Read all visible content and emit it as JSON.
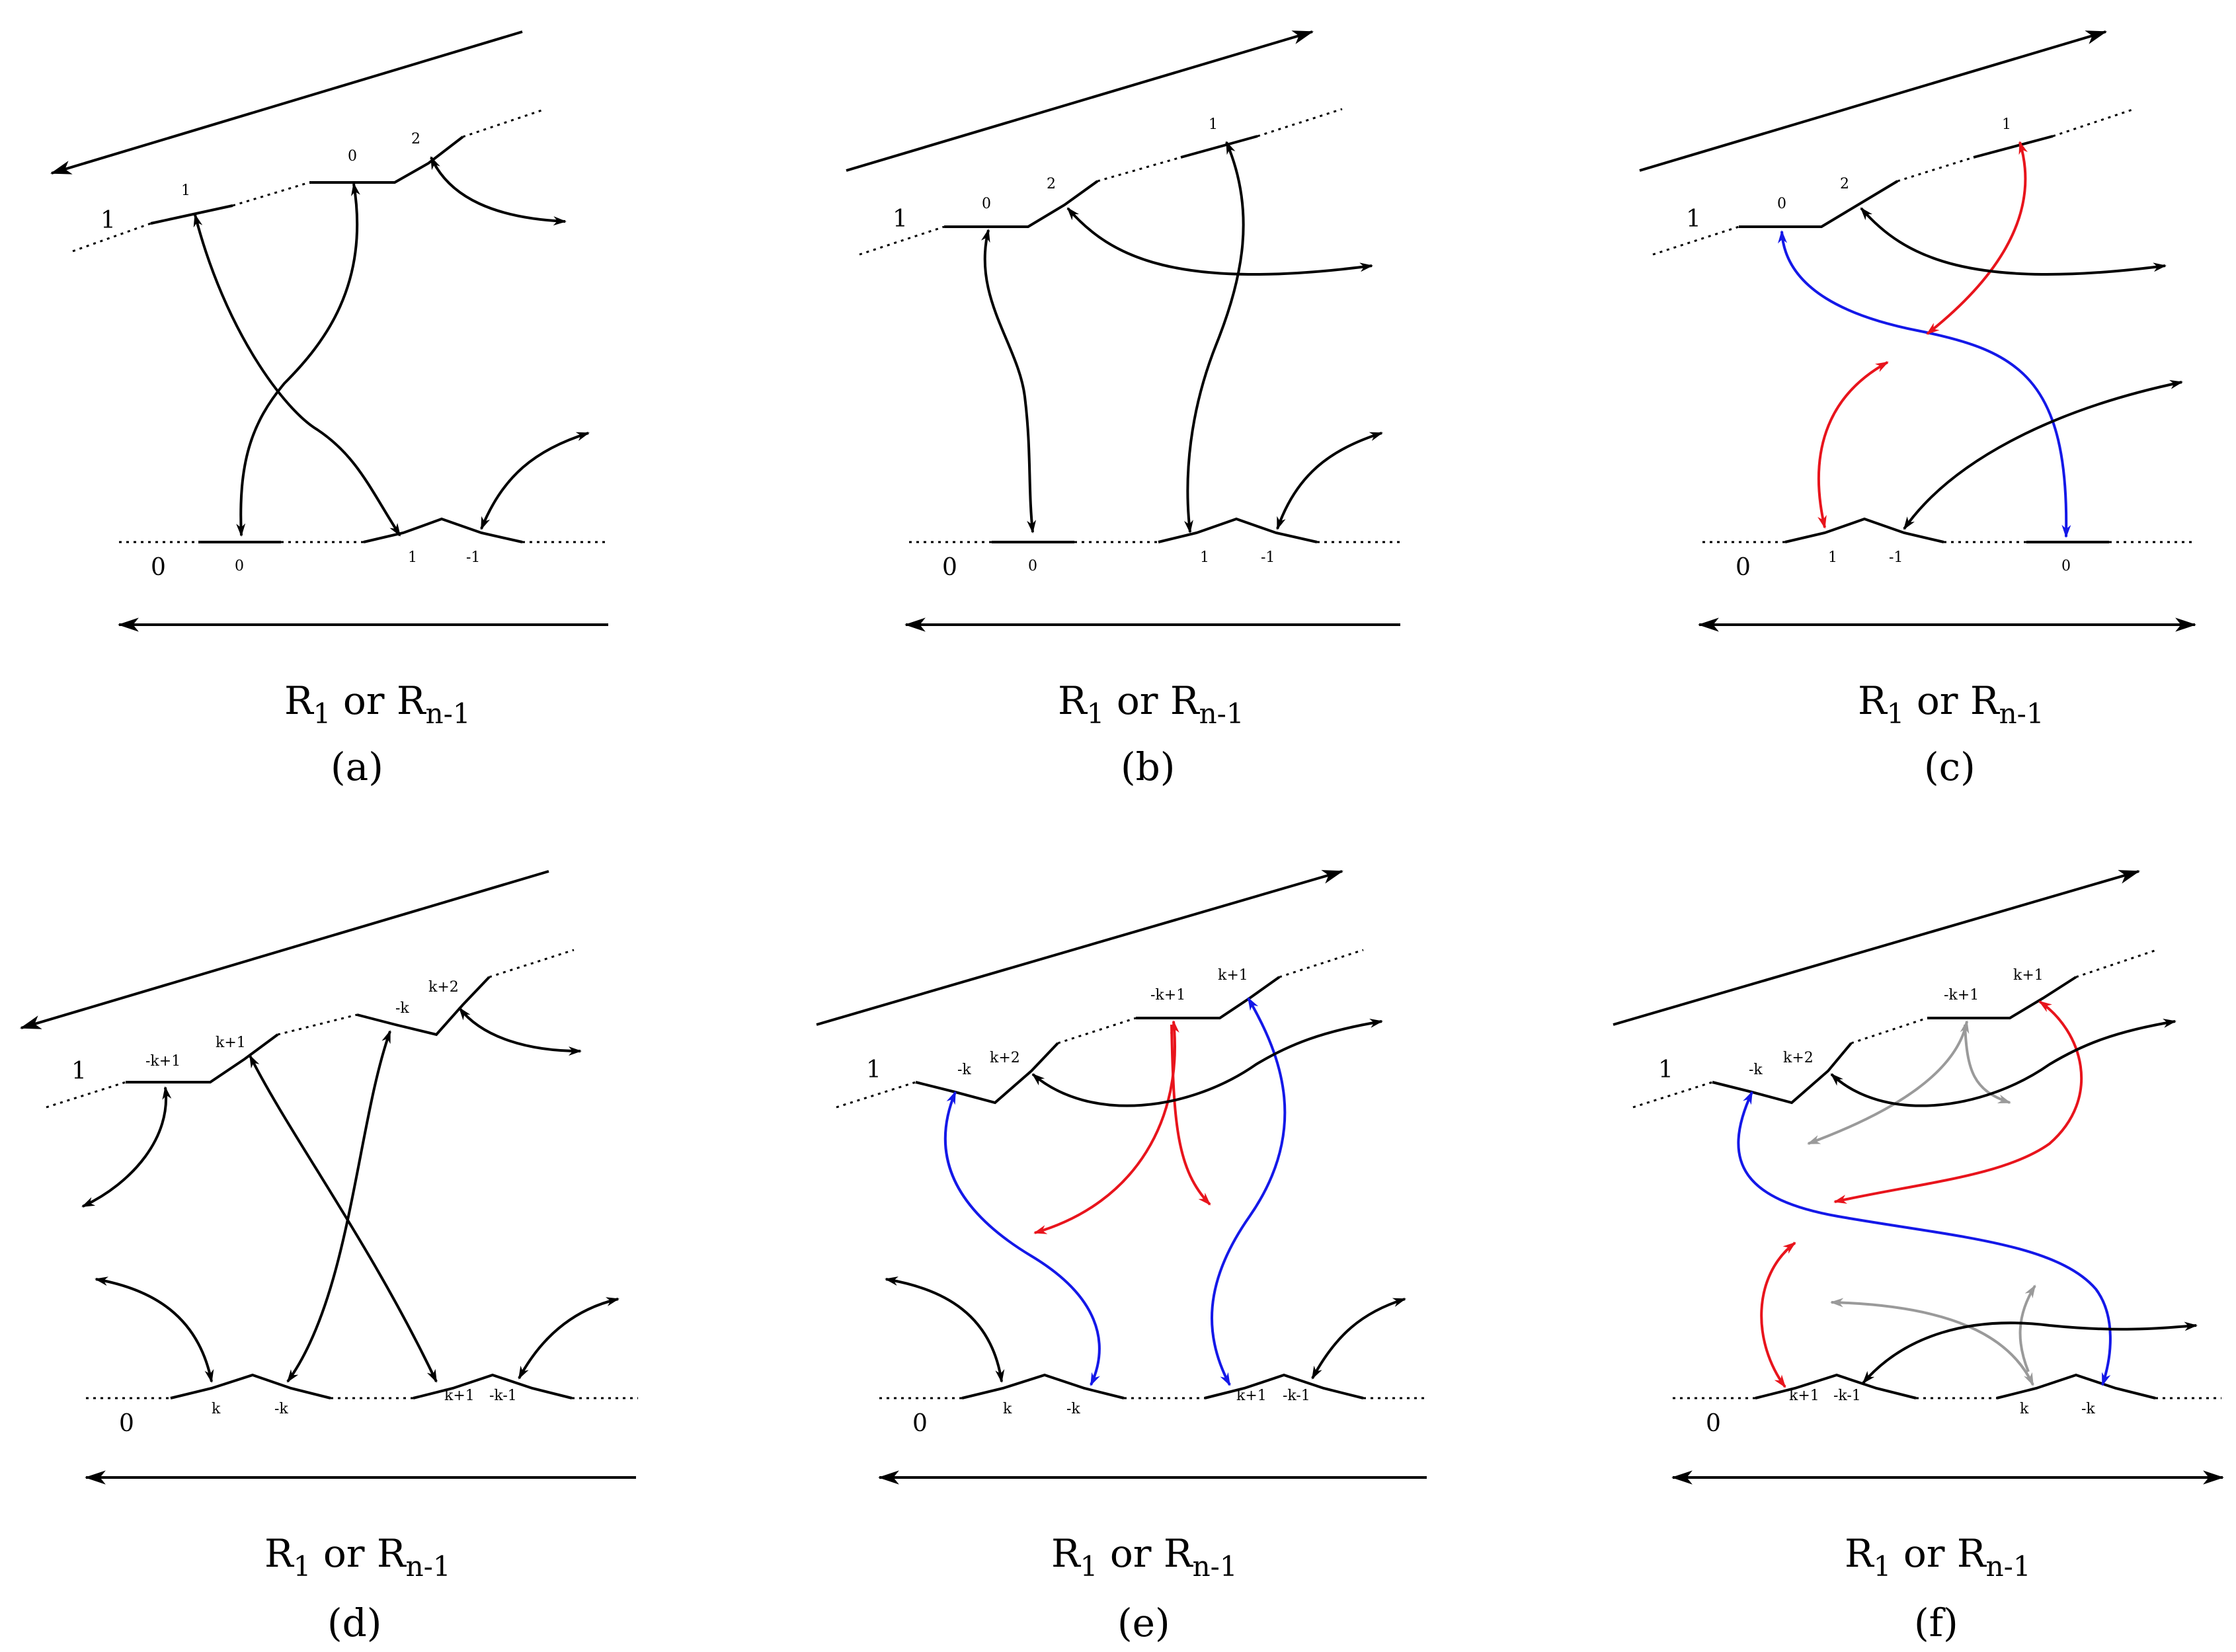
{
  "colors": {
    "black": "#000000",
    "red": "#e8141c",
    "blue": "#1418e8",
    "gray": "#9a9a9a"
  },
  "panels": [
    {
      "id": "a",
      "caption_main": "R",
      "caption_sub1": "1",
      "caption_mid": " or R",
      "caption_sub2": "n-1",
      "panel_label": "(a)",
      "top_strand_label": "1",
      "bottom_strand_label": "0",
      "top_labels": [
        "1",
        "0",
        "2"
      ],
      "bottom_labels": [
        "0",
        "1",
        "-1"
      ]
    },
    {
      "id": "b",
      "caption_main": "R",
      "caption_sub1": "1",
      "caption_mid": " or R",
      "caption_sub2": "n-1",
      "panel_label": "(b)",
      "top_strand_label": "1",
      "bottom_strand_label": "0",
      "top_labels": [
        "0",
        "2",
        "1"
      ],
      "bottom_labels": [
        "0",
        "1",
        "-1"
      ]
    },
    {
      "id": "c",
      "caption_main": "R",
      "caption_sub1": "1",
      "caption_mid": " or R",
      "caption_sub2": "n-1",
      "panel_label": "(c)",
      "top_strand_label": "1",
      "bottom_strand_label": "0",
      "top_labels": [
        "0",
        "2",
        "1"
      ],
      "bottom_labels": [
        "1",
        "-1",
        "0"
      ]
    },
    {
      "id": "d",
      "caption_main": "R",
      "caption_sub1": "1",
      "caption_mid": " or R",
      "caption_sub2": "n-1",
      "panel_label": "(d)",
      "top_strand_label": "1",
      "bottom_strand_label": "0",
      "top_labels": [
        "-k+1",
        "k+1",
        "-k",
        "k+2"
      ],
      "bottom_labels": [
        "k",
        "-k",
        "k+1",
        "-k-1"
      ]
    },
    {
      "id": "e",
      "caption_main": "R",
      "caption_sub1": "1",
      "caption_mid": " or R",
      "caption_sub2": "n-1",
      "panel_label": "(e)",
      "top_strand_label": "1",
      "bottom_strand_label": "0",
      "top_labels": [
        "-k",
        "k+2",
        "-k+1",
        "k+1"
      ],
      "bottom_labels": [
        "k",
        "-k",
        "k+1",
        "-k-1"
      ]
    },
    {
      "id": "f",
      "caption_main": "R",
      "caption_sub1": "1",
      "caption_mid": " or R",
      "caption_sub2": "n-1",
      "panel_label": "(f)",
      "top_strand_label": "1",
      "bottom_strand_label": "0",
      "top_labels": [
        "-k",
        "k+2",
        "-k+1",
        "k+1"
      ],
      "bottom_labels": [
        "k+1",
        "-k-1",
        "k",
        "-k"
      ]
    }
  ]
}
